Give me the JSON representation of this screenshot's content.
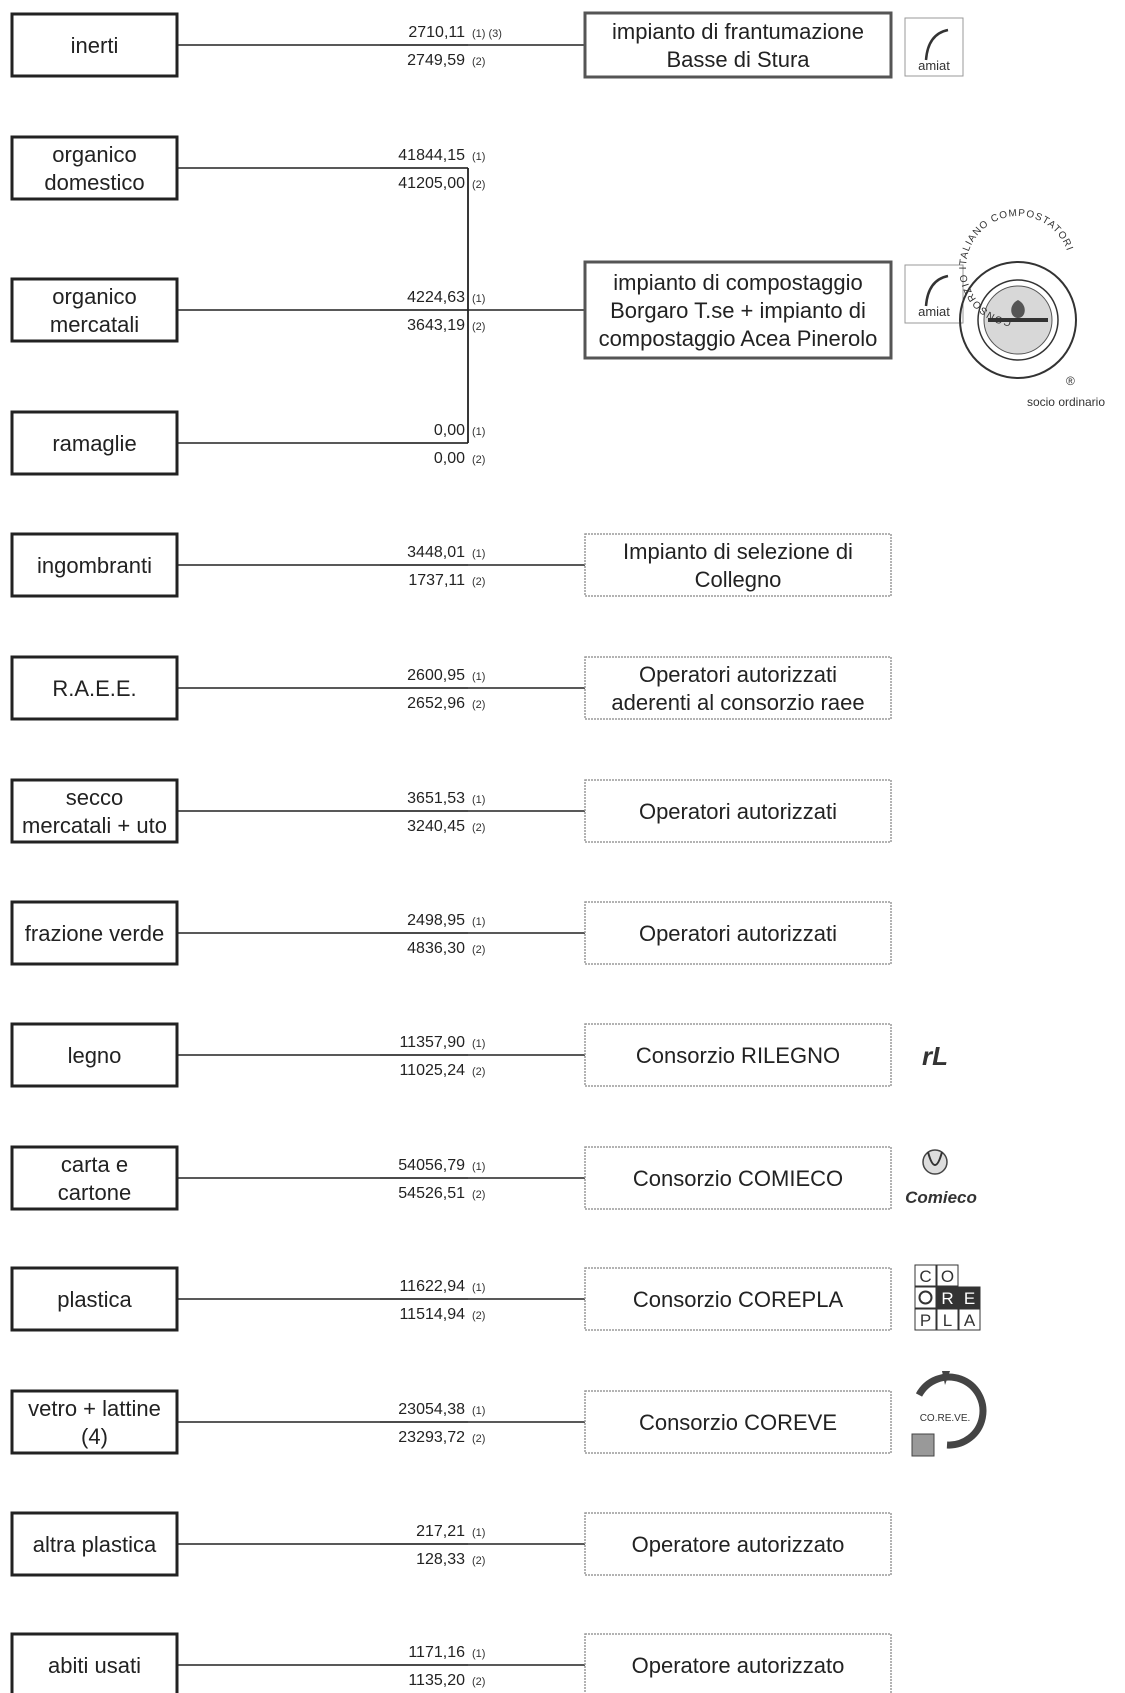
{
  "sources": [
    {
      "id": "inerti",
      "lines": [
        "inerti"
      ]
    },
    {
      "id": "organico-domestico",
      "lines": [
        "organico",
        "domestico"
      ]
    },
    {
      "id": "organico-mercatali",
      "lines": [
        "organico",
        "mercatali"
      ]
    },
    {
      "id": "ramaglie",
      "lines": [
        "ramaglie"
      ]
    },
    {
      "id": "ingombranti",
      "lines": [
        "ingombranti"
      ]
    },
    {
      "id": "raee",
      "lines": [
        "R.A.E.E."
      ]
    },
    {
      "id": "secco-mercatali",
      "lines": [
        "secco",
        "mercatali + uto"
      ]
    },
    {
      "id": "frazione-verde",
      "lines": [
        "frazione verde"
      ]
    },
    {
      "id": "legno",
      "lines": [
        "legno"
      ]
    },
    {
      "id": "carta-cartone",
      "lines": [
        "carta e",
        "cartone"
      ]
    },
    {
      "id": "plastica",
      "lines": [
        "plastica"
      ]
    },
    {
      "id": "vetro-lattine",
      "lines": [
        "vetro + lattine",
        "(4)"
      ]
    },
    {
      "id": "altra-plastica",
      "lines": [
        "altra plastica"
      ]
    },
    {
      "id": "abiti-usati",
      "lines": [
        "abiti usati"
      ]
    }
  ],
  "values": [
    {
      "v1": "2710,11",
      "n1": "(1)  (3)",
      "v2": "2749,59",
      "n2": "(2)"
    },
    {
      "v1": "41844,15",
      "n1": "(1)",
      "v2": "41205,00",
      "n2": "(2)"
    },
    {
      "v1": "4224,63",
      "n1": "(1)",
      "v2": "3643,19",
      "n2": "(2)"
    },
    {
      "v1": "0,00",
      "n1": "(1)",
      "v2": "0,00",
      "n2": "(2)"
    },
    {
      "v1": "3448,01",
      "n1": "(1)",
      "v2": "1737,11",
      "n2": "(2)"
    },
    {
      "v1": "2600,95",
      "n1": "(1)",
      "v2": "2652,96",
      "n2": "(2)"
    },
    {
      "v1": "3651,53",
      "n1": "(1)",
      "v2": "3240,45",
      "n2": "(2)"
    },
    {
      "v1": "2498,95",
      "n1": "(1)",
      "v2": "4836,30",
      "n2": "(2)"
    },
    {
      "v1": "11357,90",
      "n1": "(1)",
      "v2": "11025,24",
      "n2": "(2)"
    },
    {
      "v1": "54056,79",
      "n1": "(1)",
      "v2": "54526,51",
      "n2": "(2)"
    },
    {
      "v1": "11622,94",
      "n1": "(1)",
      "v2": "11514,94",
      "n2": "(2)"
    },
    {
      "v1": "23054,38",
      "n1": "(1)",
      "v2": "23293,72",
      "n2": "(2)"
    },
    {
      "v1": "217,21",
      "n1": "(1)",
      "v2": "128,33",
      "n2": "(2)"
    },
    {
      "v1": "1171,16",
      "n1": "(1)",
      "v2": "1135,20",
      "n2": "(2)"
    }
  ],
  "destinations": [
    {
      "id": "frantumazione",
      "lines": [
        "impianto di frantumazione",
        "Basse di Stura"
      ],
      "bold": true
    },
    {
      "id": "compostaggio",
      "lines": [
        "impianto di compostaggio",
        "Borgaro T.se + impianto di",
        "compostaggio Acea Pinerolo"
      ],
      "bold": true
    },
    {
      "id": "selezione",
      "lines": [
        "Impianto di selezione di",
        "Collegno"
      ],
      "bold": false
    },
    {
      "id": "raee-operatori",
      "lines": [
        "Operatori autorizzati",
        "aderenti al consorzio raee"
      ],
      "bold": false
    },
    {
      "id": "operatori-1",
      "lines": [
        "Operatori autorizzati"
      ],
      "bold": false
    },
    {
      "id": "operatori-2",
      "lines": [
        "Operatori autorizzati"
      ],
      "bold": false
    },
    {
      "id": "rilegno",
      "lines": [
        "Consorzio RILEGNO"
      ],
      "bold": false
    },
    {
      "id": "comieco",
      "lines": [
        "Consorzio COMIECO"
      ],
      "bold": false
    },
    {
      "id": "corepla",
      "lines": [
        "Consorzio COREPLA"
      ],
      "bold": false
    },
    {
      "id": "coreve",
      "lines": [
        "Consorzio COREVE"
      ],
      "bold": false
    },
    {
      "id": "operatore-1",
      "lines": [
        "Operatore autorizzato"
      ],
      "bold": false
    },
    {
      "id": "operatore-2",
      "lines": [
        "Operatore autorizzato"
      ],
      "bold": false
    }
  ],
  "logos": {
    "amiat": "amiat",
    "cic_ring": "CONSORZIO ITALIANO COMPOSTATORI",
    "cic_mark": "®",
    "socio": "socio ordinario",
    "rilegno": "rL",
    "comieco": "Comieco",
    "corepla": [
      "C",
      "O",
      "R",
      "E",
      "P",
      "L",
      "A"
    ],
    "coreve": "CO.RE.VE."
  }
}
